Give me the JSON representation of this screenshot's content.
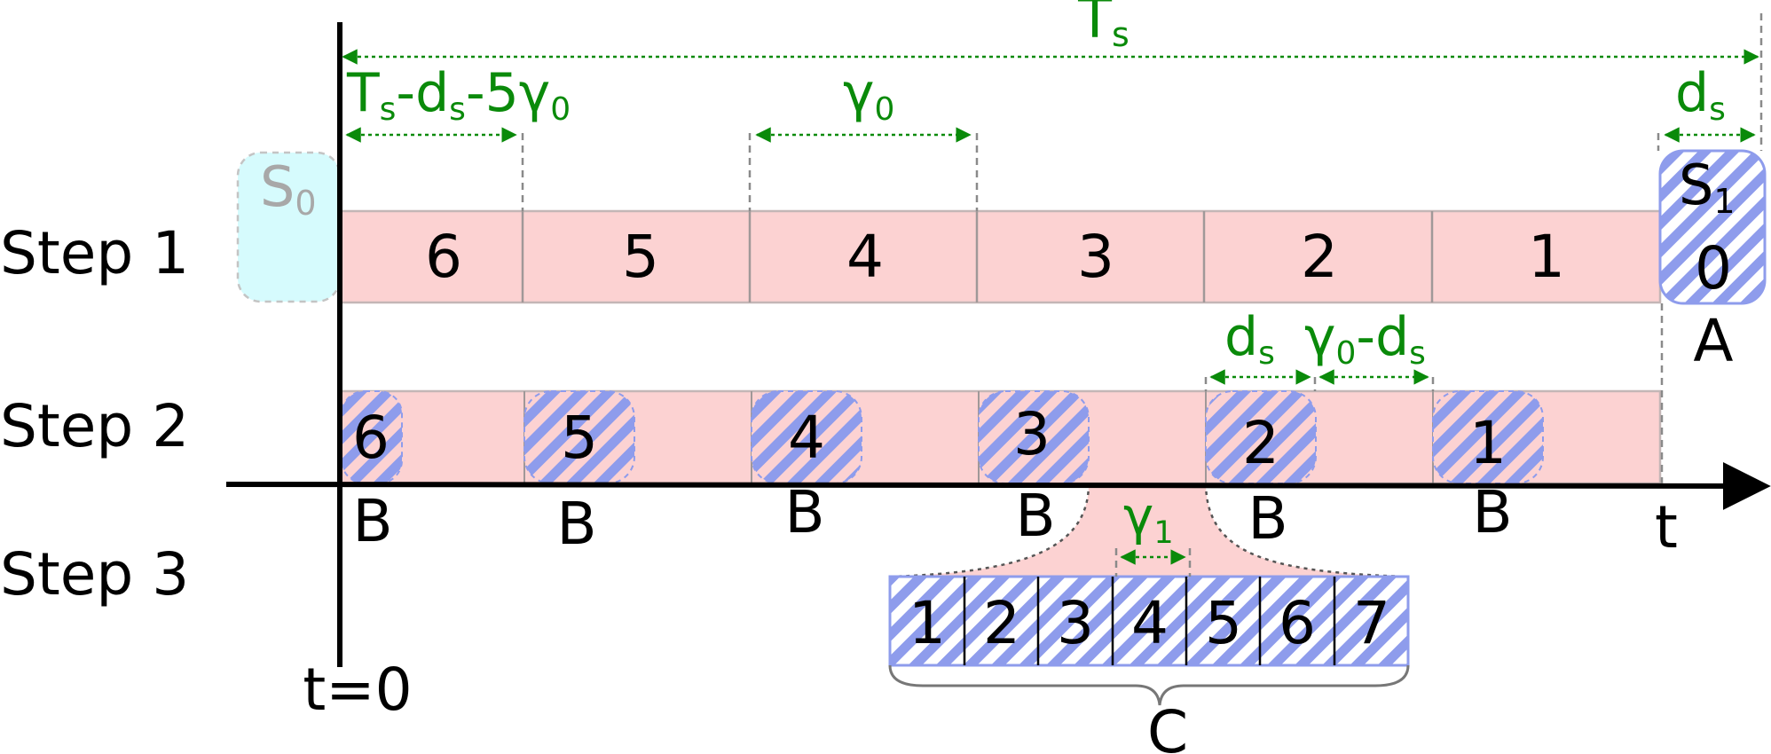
{
  "colors": {
    "accent_green": "#0a8a0a",
    "segment_pink": "#fcd2d2",
    "hatch_blue": "#8e9cec",
    "s0_cyan": "#d6fbfd",
    "axis": "#000000"
  },
  "rows": {
    "step1": "Step 1",
    "step2": "Step 2",
    "step3": "Step 3"
  },
  "axis": {
    "origin_label": "t=0",
    "time_label": "t"
  },
  "step1": {
    "slot_numbers": [
      "6",
      "5",
      "4",
      "3",
      "2",
      "1"
    ],
    "s0_label": "S",
    "s0_sub": "0",
    "s1_label": "S",
    "s1_sub": "1",
    "s1_value": "0",
    "s1_marker": "A"
  },
  "step2": {
    "slot_numbers": [
      "6",
      "5",
      "4",
      "3",
      "2",
      "1"
    ],
    "markers": [
      "B",
      "B",
      "B",
      "B",
      "B",
      "B"
    ]
  },
  "step3": {
    "sub_slots": [
      "1",
      "2",
      "3",
      "4",
      "5",
      "6",
      "7"
    ],
    "marker": "C"
  },
  "annotations": {
    "period": {
      "main": "T",
      "sub": "s"
    },
    "first_gap": {
      "t": "T",
      "t_sub": "s",
      "mid": "-d",
      "d_sub": "s",
      "tail": "-5γ",
      "g_sub": "0"
    },
    "slot_width": {
      "main": "γ",
      "sub": "0"
    },
    "ds_top": {
      "main": "d",
      "sub": "s"
    },
    "ds_step2": {
      "main": "d",
      "sub": "s"
    },
    "gamma_minus_ds": {
      "g": "γ",
      "g_sub": "0",
      "mid": "-d",
      "d_sub": "s"
    },
    "gamma1": {
      "main": "γ",
      "sub": "1"
    }
  }
}
